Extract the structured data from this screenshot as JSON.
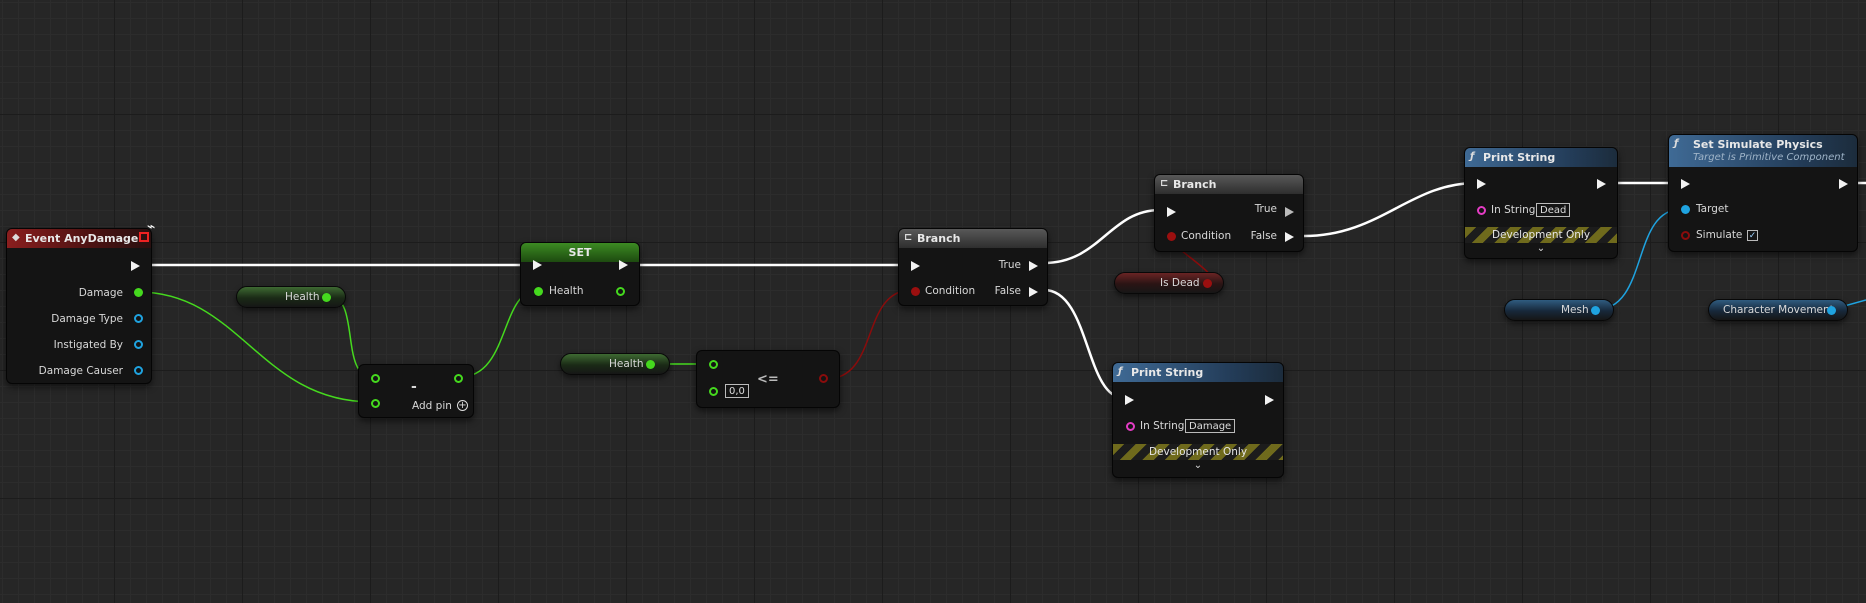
{
  "nodes": {
    "event_any_damage": {
      "title": "Event AnyDamage",
      "pins": {
        "damage": "Damage",
        "damage_type": "Damage Type",
        "instigated_by": "Instigated By",
        "damage_causer": "Damage Causer"
      }
    },
    "health_get_1": {
      "label": "Health"
    },
    "subtract": {
      "operator": "-",
      "add_pin": "Add pin"
    },
    "set_health": {
      "title": "SET",
      "pin": "Health"
    },
    "health_get_2": {
      "label": "Health"
    },
    "compare": {
      "operator": "<=",
      "default_value": "0,0"
    },
    "branch_1": {
      "title": "Branch",
      "true": "True",
      "condition": "Condition",
      "false": "False"
    },
    "branch_2": {
      "title": "Branch",
      "true": "True",
      "condition": "Condition",
      "false": "False"
    },
    "is_dead_get": {
      "label": "Is Dead"
    },
    "print_string_damage": {
      "title": "Print String",
      "in_string": "In String",
      "value": "Damage",
      "dev_only": "Development Only"
    },
    "print_string_dead": {
      "title": "Print String",
      "in_string": "In String",
      "value": "Dead",
      "dev_only": "Development Only"
    },
    "mesh_get": {
      "label": "Mesh"
    },
    "set_simulate_physics": {
      "title": "Set Simulate Physics",
      "subtitle": "Target is Primitive Component",
      "target": "Target",
      "simulate": "Simulate",
      "simulate_checked": true
    },
    "char_movement_get": {
      "label": "Character Movement"
    }
  },
  "colors": {
    "exec_wire": "#ffffff",
    "float_wire": "#45d91e",
    "bool_wire": "#8a0c0c",
    "object_wire": "#1fa3e0",
    "event_header": "#8a1e1e",
    "function_header": "#3f6a95",
    "set_header": "#3c8b23"
  },
  "icons": {
    "event": "event-diamond-icon",
    "branch": "branch-icon",
    "function": "function-f-icon",
    "delegate": "delegate-icon",
    "add_pin": "plus-circle-icon",
    "expand": "chevron-down-icon",
    "checkbox": "checkmark-icon"
  }
}
